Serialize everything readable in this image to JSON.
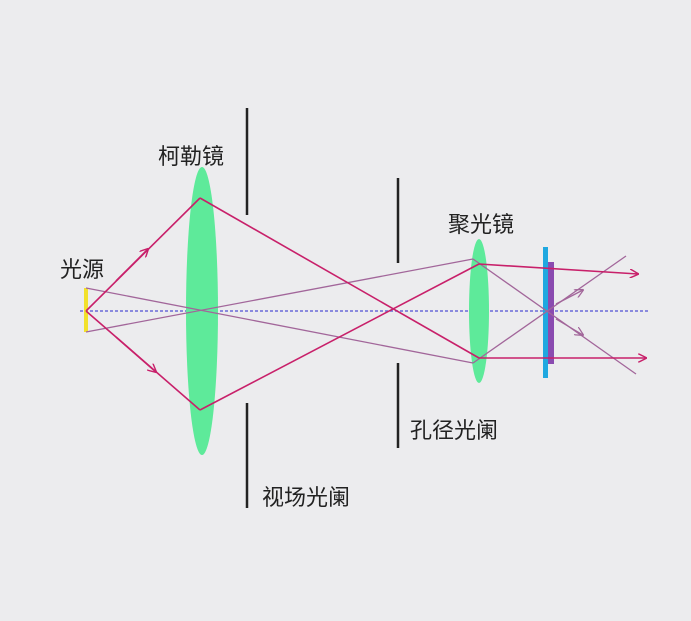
{
  "labels": {
    "light_source": "光源",
    "kohler_lens": "柯勒镜",
    "field_diaphragm": "视场光阑",
    "aperture_diaphragm": "孔径光阑",
    "condenser": "聚光镜"
  },
  "colors": {
    "background": "#ECECEE",
    "lens": "#5EEA9A",
    "light_source": "#F2E12B",
    "marginal_ray": "#C8206A",
    "chief_ray": "#A2669A",
    "optical_axis": "#6A6AD8",
    "diaphragm": "#222222",
    "specimen_stage": "#1FA8E0",
    "specimen": "#8A4BB0"
  }
}
